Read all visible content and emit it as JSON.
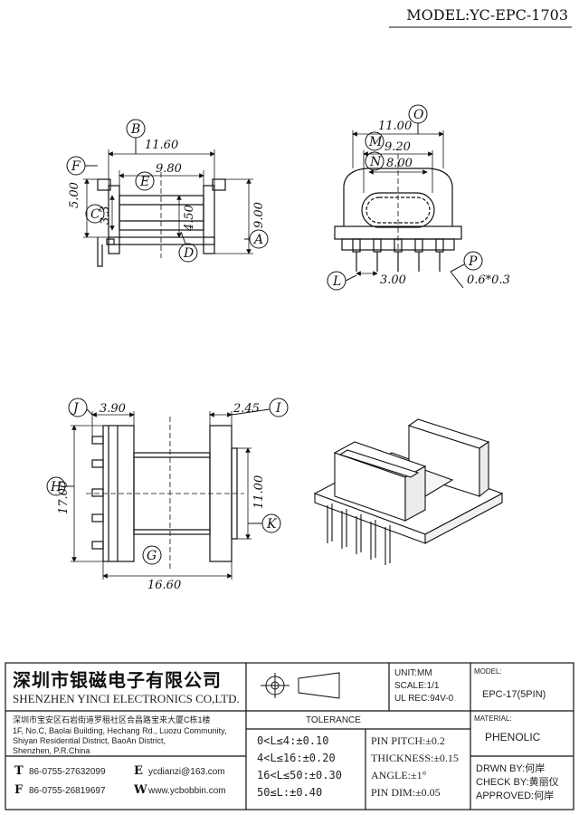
{
  "header": {
    "model": "MODEL:YC-EPC-1703"
  },
  "front_view": {
    "dims": {
      "b": "11.60",
      "e": "9.80",
      "f": "5.00",
      "c": "3.3",
      "d": "4.50",
      "a": "9.00"
    },
    "bubbles": [
      "B",
      "E",
      "F",
      "C",
      "D",
      "A"
    ]
  },
  "side_view": {
    "dims": {
      "o": "11.00",
      "m": "9.20",
      "n": "8.00",
      "l": "3.00",
      "p": "0.6*0.3"
    },
    "bubbles": [
      "O",
      "M",
      "N",
      "L",
      "P"
    ]
  },
  "bottom_view": {
    "dims": {
      "j": "3.90",
      "i": "2.45",
      "h": "17.00",
      "k": "11.00",
      "g": "16.60"
    },
    "bubbles": [
      "J",
      "I",
      "H",
      "K",
      "G"
    ]
  },
  "title_block": {
    "company_cn": "深圳市银磁电子有限公司",
    "company_en": "SHENZHEN YINCI ELECTRONICS CO,LTD.",
    "address_cn": "深圳市宝安区石岩街道罗租社区合昌路宝来大厦C栋1楼",
    "address_en": [
      "1F, No.C, Baolai Building, Hechang Rd., Luozu Community,",
      "Shiyan Residential District, BaoAn District,",
      "Shenzhen, P.R.China"
    ],
    "contacts": {
      "t_key": "T",
      "t_val": "86-0755-27632099",
      "f_key": "F",
      "f_val": "86-0755-26819697",
      "e_key": "E",
      "e_val": "ycdianzi@163.com",
      "w_key": "W",
      "w_val": "www.ycbobbin.com"
    },
    "unit": "UNIT:MM",
    "scale": "SCALE:1/1",
    "ul": "UL REC:94V-0",
    "model_label": "MODEL:",
    "model_value": "EPC-17(5PIN)",
    "material_label": "MATERIAL:",
    "material_value": "PHENOLIC",
    "tolerance_title": "TOLERANCE",
    "tolerances": [
      "0<L≤4:±0.10",
      "4<L≤16:±0.20",
      "16<L≤50:±0.30",
      "50≤L:±0.40"
    ],
    "specs": [
      "PIN PITCH:±0.2",
      "THICKNESS:±0.15",
      "ANGLE:±1°",
      "PIN DIM:±0.05"
    ],
    "drawn": "DRWN BY:何岸",
    "check": "CHECK BY:黄丽仪",
    "approved": "APPROVED:何岸"
  }
}
